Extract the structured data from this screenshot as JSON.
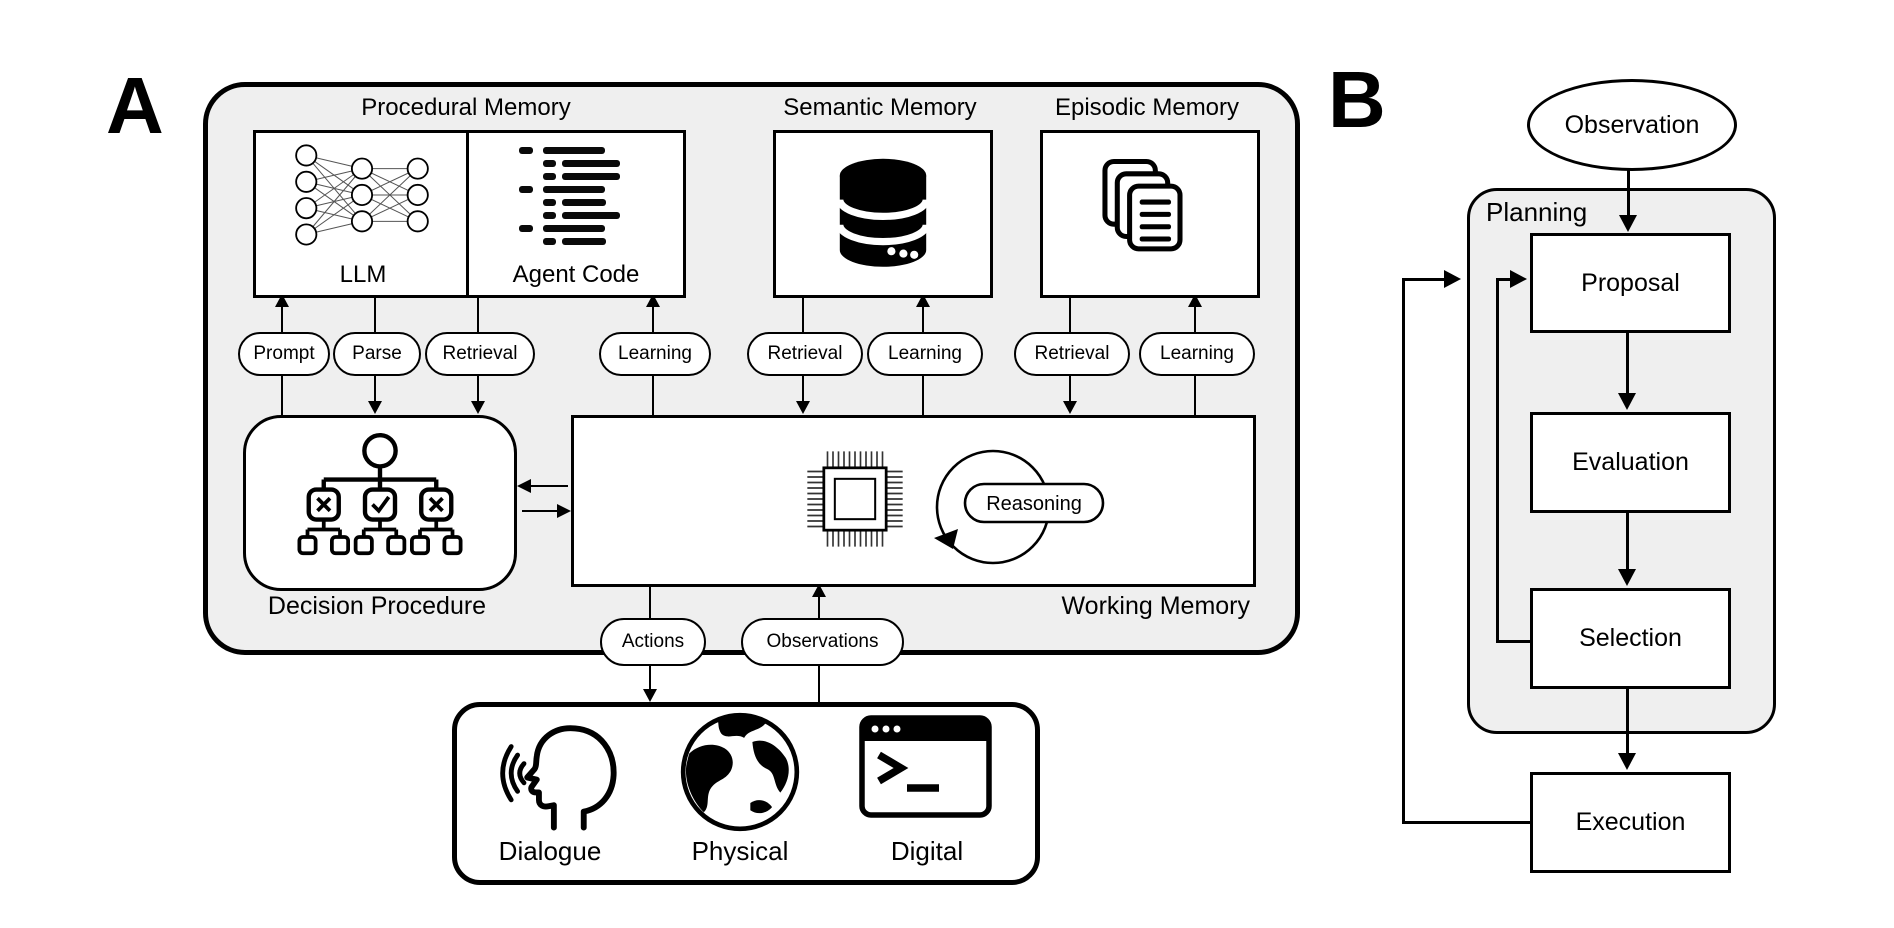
{
  "figure": {
    "panel_a": {
      "label": "A",
      "procedural_memory": {
        "title": "Procedural Memory",
        "llm_label": "LLM",
        "llm_icon": "neural-network-icon",
        "agent_code_label": "Agent Code",
        "agent_code_icon": "code-lines-icon"
      },
      "semantic_memory": {
        "title": "Semantic Memory",
        "icon": "database-icon"
      },
      "episodic_memory": {
        "title": "Episodic Memory",
        "icon": "stacked-documents-icon"
      },
      "pills": [
        {
          "label": "Prompt",
          "arrow": "up"
        },
        {
          "label": "Parse",
          "arrow": "down"
        },
        {
          "label": "Retrieval",
          "arrow": "down"
        },
        {
          "label": "Learning",
          "arrow": "up"
        },
        {
          "label": "Retrieval",
          "arrow": "down"
        },
        {
          "label": "Learning",
          "arrow": "up"
        },
        {
          "label": "Retrieval",
          "arrow": "down"
        },
        {
          "label": "Learning",
          "arrow": "up"
        }
      ],
      "decision_procedure": {
        "label": "Decision Procedure",
        "icon": "decision-tree-icon"
      },
      "working_memory": {
        "label": "Working Memory",
        "icon": "cpu-chip-icon",
        "reasoning_label": "Reasoning"
      },
      "actions_label": "Actions",
      "observations_label": "Observations",
      "environment": {
        "dialogue_label": "Dialogue",
        "dialogue_icon": "speaking-head-icon",
        "physical_label": "Physical",
        "physical_icon": "globe-icon",
        "digital_label": "Digital",
        "digital_icon": "terminal-window-icon"
      }
    },
    "panel_b": {
      "label": "B",
      "observation_label": "Observation",
      "planning_label": "Planning",
      "proposal_label": "Proposal",
      "evaluation_label": "Evaluation",
      "selection_label": "Selection",
      "execution_label": "Execution"
    },
    "colors": {
      "panel_fill": "#efefef",
      "line": "#000000",
      "background": "#ffffff"
    }
  }
}
